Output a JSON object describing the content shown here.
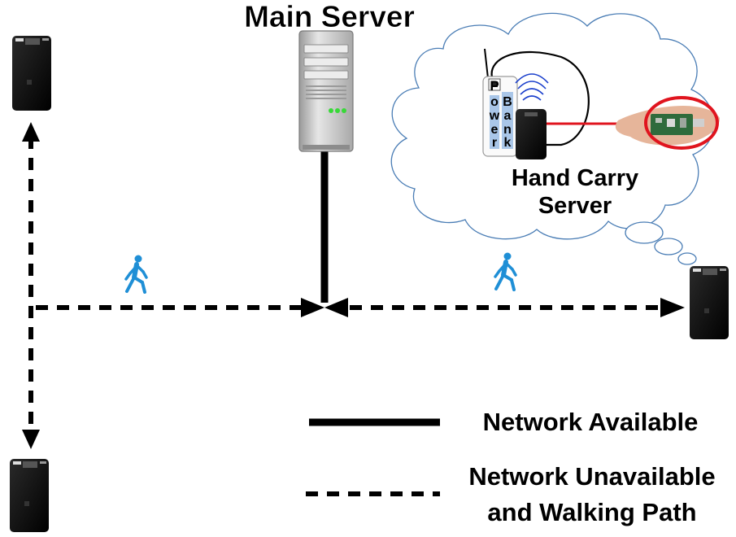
{
  "diagram": {
    "main_server_label": "Main Server",
    "hand_carry_label_line1": "Hand Carry",
    "hand_carry_label_line2": "Server",
    "power_bank_letters": [
      "P",
      "o",
      "w",
      "e",
      "r"
    ],
    "bank_letters": [
      "B",
      "a",
      "n",
      "k"
    ]
  },
  "legend": {
    "solid_label": "Network Available",
    "dashed_label_line1": "Network Unavailable",
    "dashed_label_line2": "and Walking Path"
  },
  "colors": {
    "cloud_stroke": "#4a7db5",
    "walker": "#1f8fd6",
    "wifi": "#1a3fcc",
    "highlight": "#e0141e",
    "server_body": "#c8c8c8",
    "line": "#000000"
  },
  "icons": {
    "phone": "mobile-phone-icon",
    "walker": "walking-person-icon",
    "server": "tower-server-icon",
    "wifi": "wifi-signal-icon"
  }
}
